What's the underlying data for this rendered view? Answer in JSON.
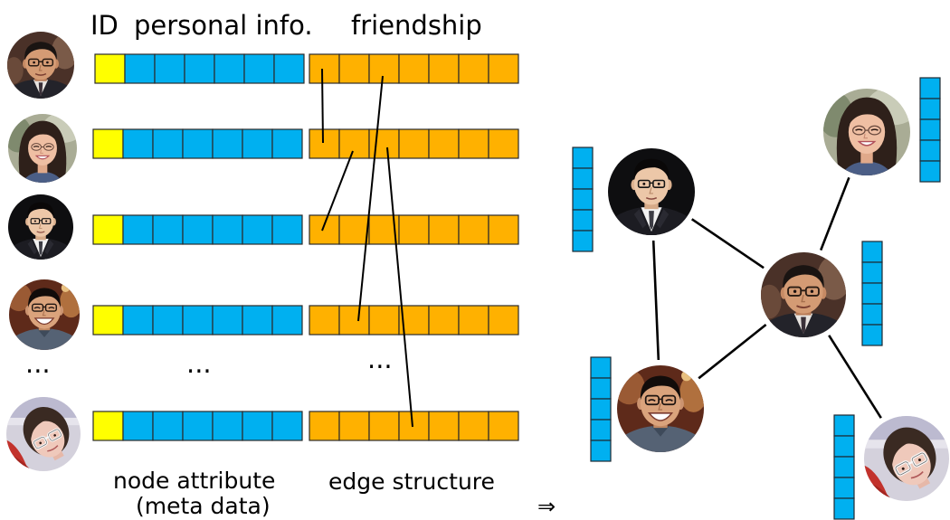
{
  "header": {
    "id": "ID",
    "personal_info": "personal info.",
    "friendship": "friendship"
  },
  "ellipsis": {
    "avatars": "...",
    "attributes": "...",
    "edges": "..."
  },
  "footer": {
    "node_attribute": "node attribute",
    "meta_data": "(meta data)",
    "edge_structure": "edge structure",
    "arrow": "⇒"
  },
  "colors": {
    "id_cell": "#ffff00",
    "info_cell": "#00b0f0",
    "friendship_cell": "#ffb100",
    "line": "#000000"
  },
  "graph": {
    "edges": [
      [
        3,
        1
      ],
      [
        2,
        1
      ],
      [
        3,
        4
      ],
      [
        4,
        1
      ],
      [
        1,
        5
      ]
    ]
  }
}
